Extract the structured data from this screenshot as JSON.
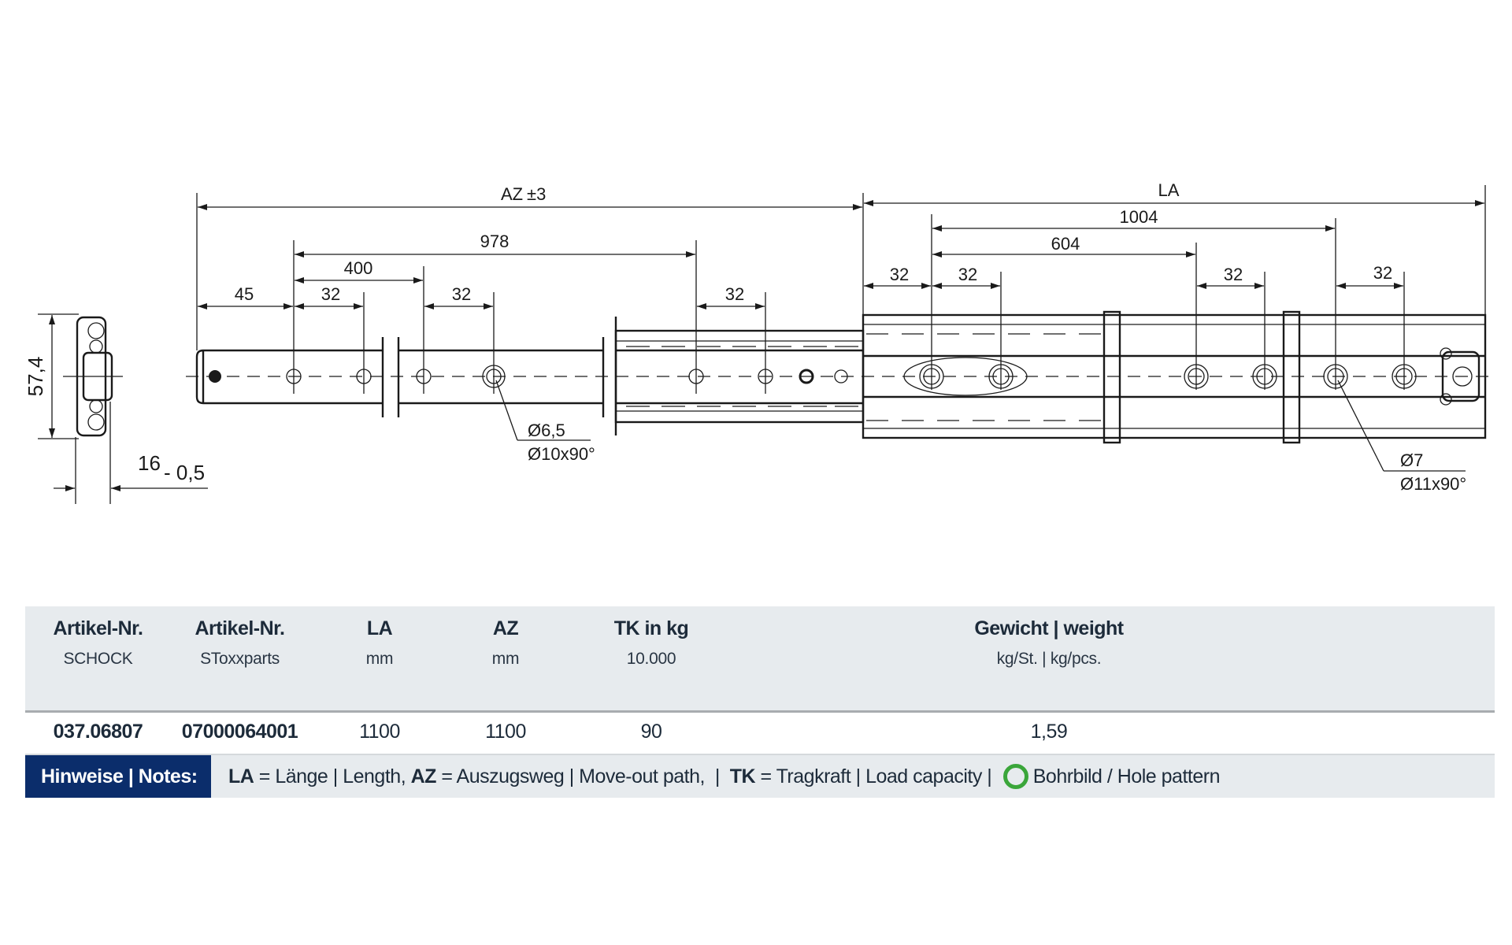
{
  "drawing": {
    "dimensions": {
      "az": "AZ",
      "az_tol": "±3",
      "la": "LA",
      "d45": "45",
      "d400": "400",
      "d978": "978",
      "d32_a": "32",
      "d32_b": "32",
      "d32_c": "32",
      "d1004": "1004",
      "d604": "604",
      "d32_d": "32",
      "d32_e": "32",
      "d32_f": "32",
      "d32_g": "32",
      "height": "57,4",
      "width": "16",
      "width_tol": "- 0,5"
    },
    "callouts": {
      "left_hole": "Ø6,5",
      "left_countersink": "Ø10x90°",
      "right_hole": "Ø7",
      "right_countersink": "Ø11x90°"
    }
  },
  "table": {
    "headers": [
      {
        "title": "Artikel-Nr.",
        "sub": "SCHOCK"
      },
      {
        "title": "Artikel-Nr.",
        "sub": "SToxxparts"
      },
      {
        "title": "LA",
        "sub": "mm"
      },
      {
        "title": "AZ",
        "sub": "mm"
      },
      {
        "title": "TK in kg",
        "sub": "10.000"
      },
      {
        "title": "Gewicht | weight",
        "sub": "kg/St. | kg/pcs."
      }
    ],
    "rows": [
      {
        "schock": "037.06807",
        "stoxx": "07000064001",
        "la": "1100",
        "az": "1100",
        "tk": "90",
        "weight": "1,59"
      }
    ]
  },
  "notes": {
    "label": "Hinweise | Notes:",
    "la_key": "LA",
    "la_text": " = Länge | Length, ",
    "az_key": "AZ",
    "az_text": " = Auszugsweg | Move-out path,  |  ",
    "tk_key": "TK",
    "tk_text": " = Tragkraft | Load capacity | ",
    "hole_text": "Bohrbild / Hole pattern",
    "hole_color": "#3aa63a"
  },
  "colors": {
    "notes_label_bg": "#0b2d6b",
    "header_bg": "#e7ebee",
    "text": "#1d2b3a"
  }
}
